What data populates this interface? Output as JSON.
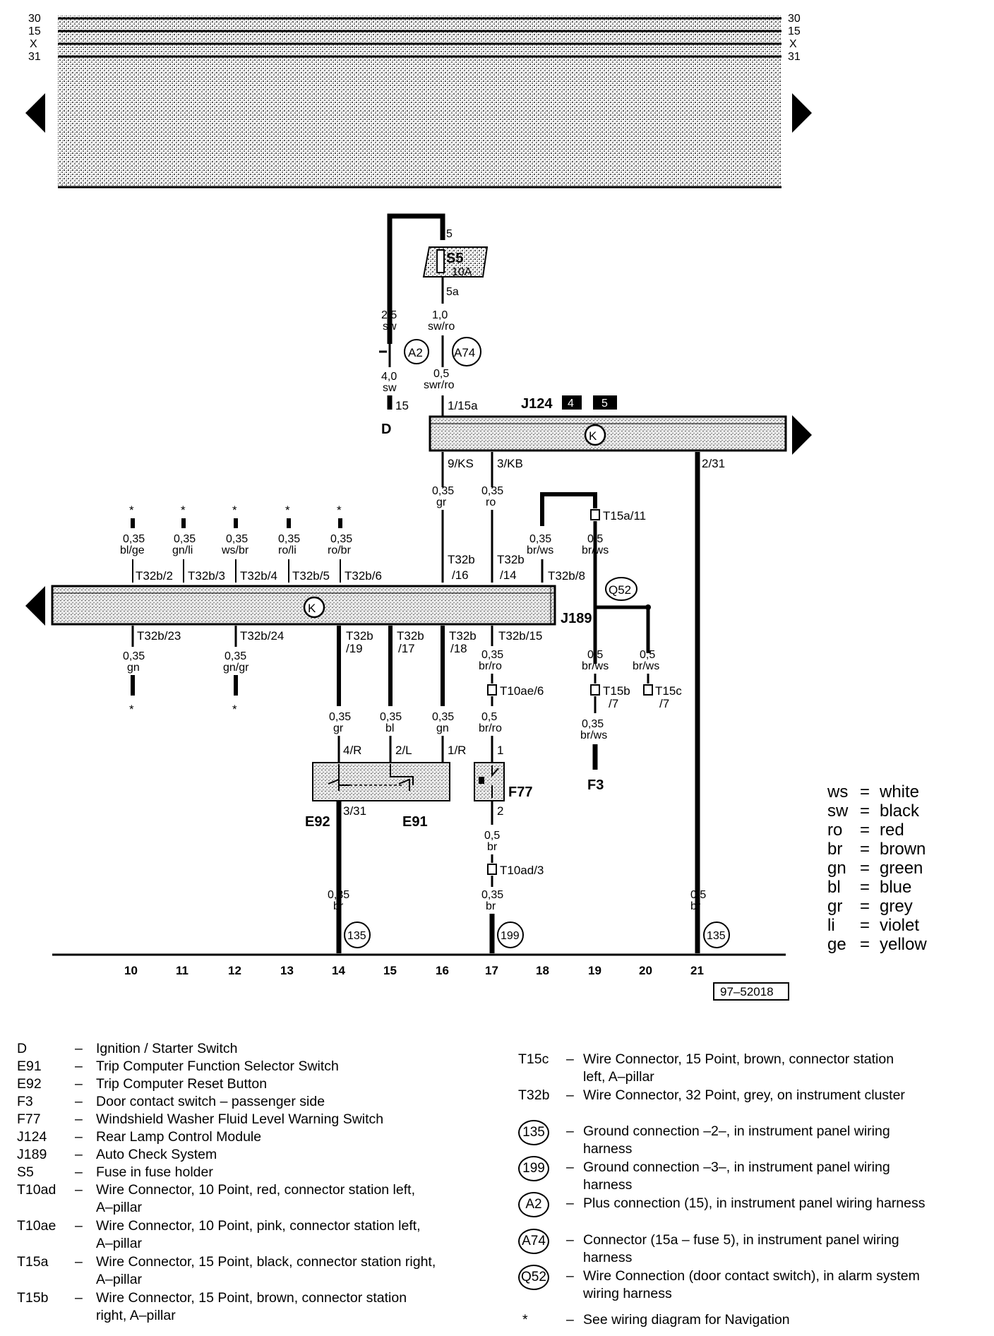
{
  "bus": {
    "left": [
      "30",
      "15",
      "X",
      "31"
    ],
    "right": [
      "30",
      "15",
      "X",
      "31"
    ]
  },
  "fuse": {
    "id": "S5",
    "rating": "10A",
    "pin_top": "5",
    "pin_bottom": "5a"
  },
  "connectors_top": {
    "a2": "A2",
    "a74": "A74",
    "q52": "Q52",
    "k": "K"
  },
  "components": {
    "j124": "J124",
    "j189": "J189",
    "d": "D",
    "e92": "E92",
    "e91": "E91",
    "f77": "F77",
    "f3": "F3",
    "j124_ref1": "4",
    "j124_ref2": "5"
  },
  "wires": {
    "w_25_sw": [
      "2,5",
      "sw"
    ],
    "w_10_swro": [
      "1,0",
      "sw/ro"
    ],
    "w_40_sw": [
      "4,0",
      "sw"
    ],
    "w_05_swro": [
      "0,5",
      "swr/ro"
    ],
    "pin_15": "15",
    "pin_115a": "1/15a",
    "pin_9ks": "9/KS",
    "pin_3kb": "3/KB",
    "pin_231": "2/31",
    "w_035_gr_a": [
      "0,35",
      "gr"
    ],
    "w_035_ro": [
      "0,35",
      "ro"
    ],
    "t15a11": "T15a/11",
    "w_035_brws_a": [
      "0,35",
      "br/ws"
    ],
    "w_05_brws_a": [
      "0,5",
      "br/ws"
    ],
    "star": "*",
    "w_blge": [
      "0,35",
      "bl/ge"
    ],
    "w_gnli": [
      "0,35",
      "gn/li"
    ],
    "w_wsbr": [
      "0,35",
      "ws/br"
    ],
    "w_roli": [
      "0,35",
      "ro/li"
    ],
    "w_robr": [
      "0,35",
      "ro/br"
    ],
    "t32b2": "T32b/2",
    "t32b3": "T32b/3",
    "t32b4": "T32b/4",
    "t32b5": "T32b/5",
    "t32b6": "T32b/6",
    "t32b16": [
      "T32b",
      "/16"
    ],
    "t32b14": [
      "T32b",
      "/14"
    ],
    "t32b8": "T32b/8",
    "t32b23": "T32b/23",
    "t32b24": "T32b/24",
    "t32b19": [
      "T32b",
      "/19"
    ],
    "t32b17": [
      "T32b",
      "/17"
    ],
    "t32b18": [
      "T32b",
      "/18"
    ],
    "t32b15": "T32b/15",
    "w_035_gn_a": [
      "0,35",
      "gn"
    ],
    "w_035_gngr": [
      "0,35",
      "gn/gr"
    ],
    "w_035_brro": [
      "0,35",
      "br/ro"
    ],
    "w_05_brws_b": [
      "0,5",
      "br/ws"
    ],
    "w_05_brws_c": [
      "0,5",
      "br/ws"
    ],
    "t10ae6": "T10ae/6",
    "t15b7": [
      "T15b",
      "/7"
    ],
    "t15c7": [
      "T15c",
      "/7"
    ],
    "w_035_gr_b": [
      "0,35",
      "gr"
    ],
    "w_035_bl": [
      "0,35",
      "bl"
    ],
    "w_035_gn_b": [
      "0,35",
      "gn"
    ],
    "w_05_brro": [
      "0,5",
      "br/ro"
    ],
    "w_035_brws_b": [
      "0,35",
      "br/ws"
    ],
    "p4r": "4/R",
    "p2l": "2/L",
    "p1r": "1/R",
    "p1": "1",
    "p331": "3/31",
    "p2": "2",
    "w_05_br_a": [
      "0,5",
      "br"
    ],
    "t10ad3": "T10ad/3",
    "w_035_br_a": [
      "0,35",
      "br"
    ],
    "w_035_br_b": [
      "0,35",
      "br"
    ],
    "w_05_br_b": [
      "0,5",
      "br"
    ]
  },
  "grounds": {
    "g1": "135",
    "g2": "199",
    "g3": "135"
  },
  "columns": [
    "10",
    "11",
    "12",
    "13",
    "14",
    "15",
    "16",
    "17",
    "18",
    "19",
    "20",
    "21"
  ],
  "diagram_ref": "97–52018",
  "legend": [
    {
      "code": "ws",
      "name": "white"
    },
    {
      "code": "sw",
      "name": "black"
    },
    {
      "code": "ro",
      "name": "red"
    },
    {
      "code": "br",
      "name": "brown"
    },
    {
      "code": "gn",
      "name": "green"
    },
    {
      "code": "bl",
      "name": "blue"
    },
    {
      "code": "gr",
      "name": "grey"
    },
    {
      "code": "li",
      "name": "violet"
    },
    {
      "code": "ge",
      "name": "yellow"
    }
  ],
  "legend_eq": "=",
  "dash": "–",
  "descriptions_left": [
    {
      "code": "D",
      "text": "Ignition / Starter Switch"
    },
    {
      "code": "E91",
      "text": "Trip Computer Function Selector Switch"
    },
    {
      "code": "E92",
      "text": "Trip Computer Reset Button"
    },
    {
      "code": "F3",
      "text": "Door contact switch – passenger side"
    },
    {
      "code": "F77",
      "text": "Windshield Washer Fluid Level Warning Switch"
    },
    {
      "code": "J124",
      "text": "Rear Lamp Control Module"
    },
    {
      "code": "J189",
      "text": "Auto Check System"
    },
    {
      "code": "S5",
      "text": "Fuse in fuse holder"
    },
    {
      "code": "T10ad",
      "text": "Wire Connector, 10 Point, red, connector station left,",
      "text2": "A–pillar"
    },
    {
      "code": "T10ae",
      "text": "Wire Connector, 10 Point, pink, connector station left,",
      "text2": "A–pillar"
    },
    {
      "code": "T15a",
      "text": "Wire Connector, 15 Point, black, connector station right,",
      "text2": "A–pillar"
    },
    {
      "code": "T15b",
      "text": "Wire Connector, 15 Point, brown, connector station",
      "text2": "right, A–pillar"
    }
  ],
  "descriptions_right": [
    {
      "code": "T15c",
      "text": "Wire Connector, 15 Point, brown, connector station",
      "text2": "left, A–pillar"
    },
    {
      "code": "T32b",
      "text": "Wire Connector, 32 Point, grey, on instrument cluster"
    },
    {
      "code": "135",
      "text": "Ground connection –2–, in instrument panel wiring",
      "text2": "harness",
      "circle": true
    },
    {
      "code": "199",
      "text": "Ground connection –3–, in instrument panel wiring",
      "text2": "harness",
      "circle": true
    },
    {
      "code": "A2",
      "text": "Plus connection (15), in instrument panel wiring harness",
      "circle": true
    },
    {
      "code": "A74",
      "text": "Connector (15a – fuse 5), in instrument panel wiring",
      "text2": "harness",
      "circle": true
    },
    {
      "code": "Q52",
      "text": "Wire Connection (door contact switch), in alarm system",
      "text2": "wiring harness",
      "circle": true
    },
    {
      "code": "*",
      "text": "See wiring diagram for Navigation"
    }
  ]
}
